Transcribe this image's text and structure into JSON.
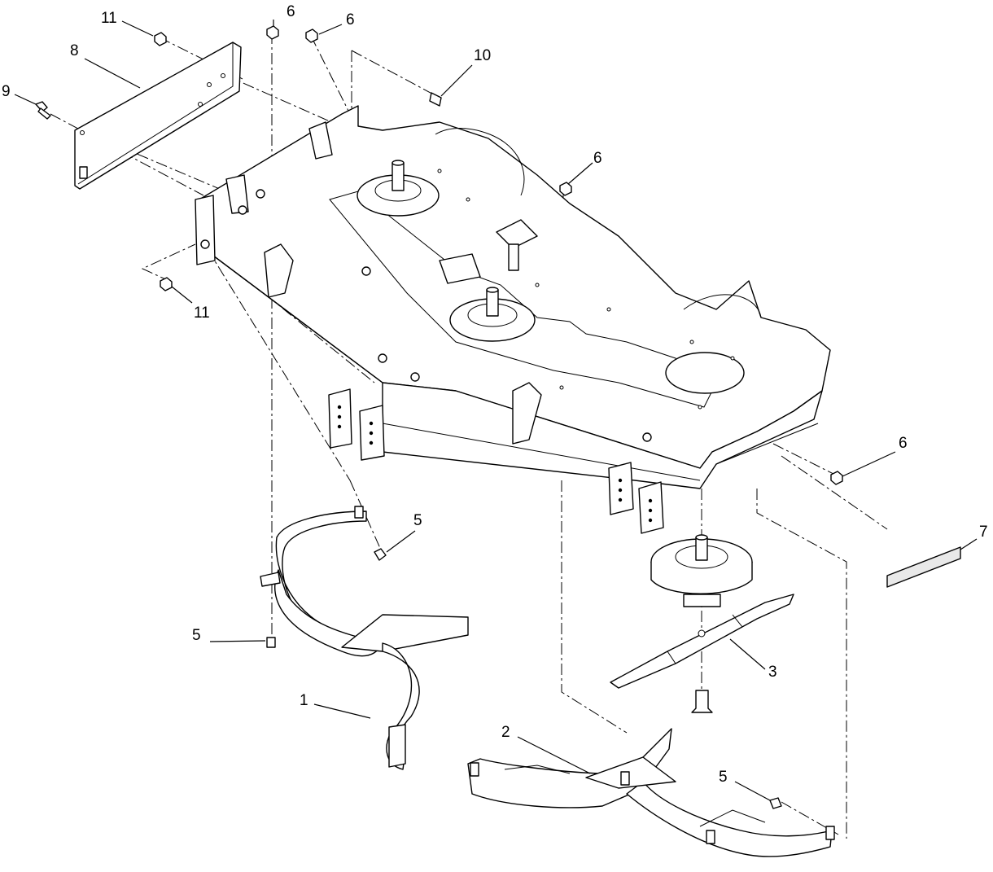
{
  "callouts": {
    "c1": "1",
    "c2": "2",
    "c3": "3",
    "c5a": "5",
    "c5b": "5",
    "c5c": "5",
    "c6a": "6",
    "c6b": "6",
    "c6c": "6",
    "c6d": "6",
    "c7": "7",
    "c8": "8",
    "c9": "9",
    "c10": "10",
    "c11a": "11",
    "c11b": "11"
  }
}
